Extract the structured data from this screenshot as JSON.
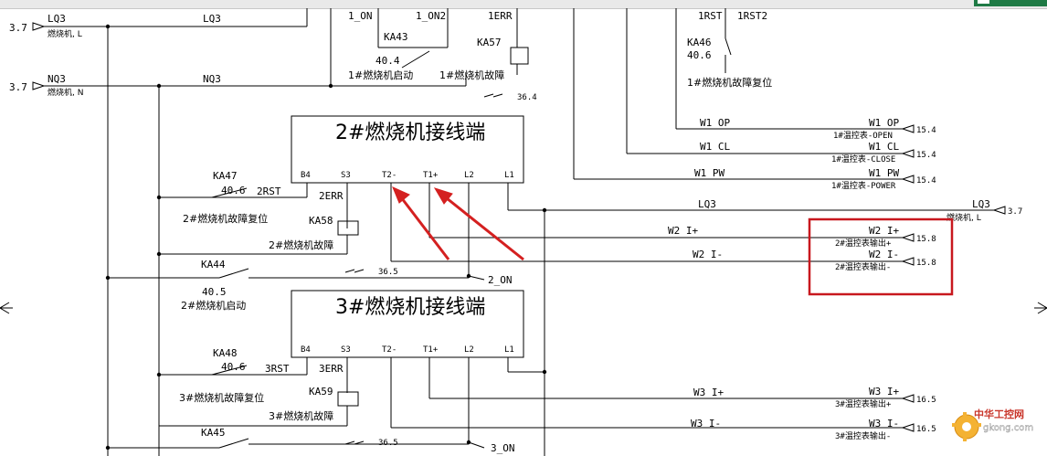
{
  "left_rail": {
    "lq3": {
      "ref": "3.7",
      "name": "LQ3",
      "desc": "燃烧机, L",
      "wire": "LQ3"
    },
    "nq3": {
      "ref": "3.7",
      "name": "NQ3",
      "desc": "燃烧机, N",
      "wire": "NQ3"
    }
  },
  "top": {
    "start1": {
      "contact_a": "1_ON",
      "contact_b": "1_ON2",
      "relay": "KA43",
      "ref": "40.4",
      "caption": "1#燃烧机启动"
    },
    "fault1": {
      "contact": "1ERR",
      "relay": "KA57",
      "caption": "1#燃烧机故障",
      "ref": "36.4"
    },
    "reset1": {
      "contact_a": "1RST",
      "contact_b": "1RST2",
      "relay": "KA46",
      "ref": "40.6",
      "caption": "1#燃烧机故障复位"
    }
  },
  "terminal_blocks": [
    {
      "title": "2#燃烧机接线端",
      "pins": [
        "B4",
        "S3",
        "T2-",
        "T1+",
        "L2",
        "L1"
      ]
    },
    {
      "title": "3#燃烧机接线端",
      "pins": [
        "B4",
        "S3",
        "T2-",
        "T1+",
        "L2",
        "L1"
      ]
    }
  ],
  "burner2": {
    "reset": {
      "relay": "KA47",
      "ref": "40.6",
      "wire": "2RST",
      "caption": "2#燃烧机故障复位"
    },
    "fault": {
      "wire": "2ERR",
      "relay": "KA58",
      "caption": "2#燃烧机故障"
    },
    "start": {
      "relay": "KA44",
      "ref": "40.5",
      "caption": "2#燃烧机启动",
      "ref2": "36.5",
      "wire": "2_ON"
    }
  },
  "burner3": {
    "reset": {
      "relay": "KA48",
      "ref": "40.6",
      "wire": "3RST",
      "caption": "3#燃烧机故障复位"
    },
    "fault": {
      "wire": "3ERR",
      "relay": "KA59",
      "caption": "3#燃烧机故障"
    },
    "start": {
      "relay": "KA45",
      "ref2": "36.5",
      "wire": "3_ON"
    }
  },
  "right_signals": [
    {
      "wire": "W1 OP",
      "name": "W1 OP",
      "desc": "1#温控表-OPEN",
      "ref": "15.4"
    },
    {
      "wire": "W1 CL",
      "name": "W1 CL",
      "desc": "1#温控表-CLOSE",
      "ref": "15.4"
    },
    {
      "wire": "W1 PW",
      "name": "W1 PW",
      "desc": "1#温控表-POWER",
      "ref": "15.4"
    },
    {
      "wire": "LQ3",
      "name": "LQ3",
      "desc": "燃烧机, L",
      "ref": "3.7"
    },
    {
      "wire": "W2 I+",
      "name": "W2 I+",
      "desc": "2#温控表输出+",
      "ref": "15.8"
    },
    {
      "wire": "W2 I-",
      "name": "W2 I-",
      "desc": "2#温控表输出-",
      "ref": "15.8"
    },
    {
      "wire": "W3 I+",
      "name": "W3 I+",
      "desc": "3#温控表输出+",
      "ref": "16.5"
    },
    {
      "wire": "W3 I-",
      "name": "W3 I-",
      "desc": "3#温控表输出-",
      "ref": "16.5"
    }
  ],
  "watermark": {
    "brand": "中华工控网",
    "url": "gkong.com"
  },
  "colors": {
    "annotation": "#d42020",
    "highlight_box": "#c8181e",
    "line": "#000000"
  }
}
